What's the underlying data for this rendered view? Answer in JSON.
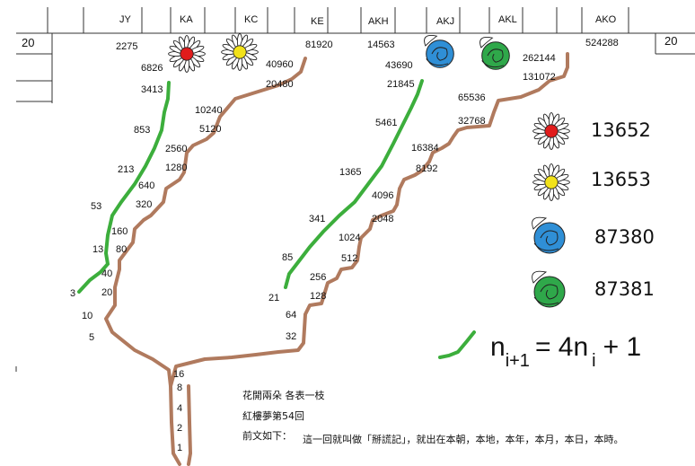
{
  "header": {
    "columns": [
      "JY",
      "KA",
      "KC",
      "KE",
      "AKH",
      "AKJ",
      "AKL",
      "AKO"
    ],
    "edge_left": "20",
    "edge_right": "20"
  },
  "brown_values": [
    "1",
    "2",
    "4",
    "8",
    "16",
    "5",
    "10",
    "20",
    "40",
    "80",
    "160",
    "320",
    "640",
    "1280",
    "2560",
    "5120",
    "10240",
    "20480",
    "40960",
    "81920",
    "32",
    "64",
    "128",
    "256",
    "512",
    "1024",
    "2048",
    "4096",
    "8192",
    "16384",
    "32768",
    "65536",
    "131072",
    "262144",
    "524288"
  ],
  "green_values": [
    "3",
    "13",
    "53",
    "213",
    "853",
    "3413",
    "6826",
    "2275",
    "21",
    "85",
    "341",
    "1365",
    "5461",
    "21845",
    "43690",
    "14563"
  ],
  "legend": {
    "red_flower_value": "13652",
    "yellow_flower_value": "13653",
    "blue_rose_value": "87380",
    "green_rose_value": "87381"
  },
  "formula": {
    "lhs": "n",
    "lhs_sub": "i+1",
    "rhs": "= 4n",
    "rhs_sub": "i",
    "tail": "+ 1"
  },
  "caption": {
    "line1": "花開兩朵  各表一枝",
    "line2": "紅樓夢第54回",
    "line3_label": "前文如下：",
    "line3_text": "這一回就叫做「掰謊記」，就出在本朝，本地，本年，本月，本日，本時。"
  },
  "colors": {
    "brown_path": "#b07a5e",
    "green_path": "#3cae3c",
    "red": "#e11c1c",
    "yellow": "#f2e21a",
    "blue": "#2f8fd6",
    "green_rose": "#2fa84a"
  }
}
